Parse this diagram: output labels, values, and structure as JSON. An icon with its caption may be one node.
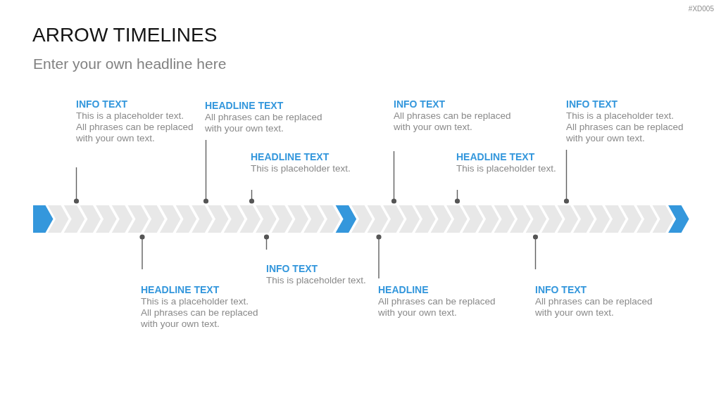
{
  "diagram": {
    "title": "ARROW TIMELINES",
    "nodes": [
      {
        "text": [
          "INFO TEXT",
          "This is a placeholder text. All phrases can be replaced with your own text."
        ]
      },
      {
        "text": [
          "HEADLINE TEXT",
          "This is a placeholder text. All phrases can be replaced with your own text."
        ]
      },
      {
        "text": [
          "HEADLINE TEXT",
          "All phrases can be replaced with your own text."
        ]
      },
      {
        "text": [
          "HEADLINE TEXT",
          "This is placeholder text."
        ]
      },
      {
        "text": [
          "INFO TEXT",
          "This is placeholder text."
        ]
      },
      {
        "text": [
          "HEADLINE",
          "All phrases can be replaced with your own text."
        ]
      },
      {
        "text": [
          "INFO TEXT",
          "All phrases can be replaced with your own text."
        ]
      },
      {
        "text": [
          "HEADLINE TEXT",
          "This is placeholder text."
        ]
      },
      {
        "text": [
          "INFO TEXT",
          "All phrases can be replaced with your own text."
        ]
      },
      {
        "text": [
          "INFO TEXT",
          "This is a placeholder text. All phrases can be replaced with your own text."
        ]
      },
      {
        "text": [],
        "shape": "bar"
      }
    ],
    "edges": [
      {
        "from": 0,
        "to": 10,
        "arrow": "other"
      },
      {
        "from": 1,
        "to": 10,
        "arrow": "other"
      },
      {
        "from": 2,
        "to": 10,
        "arrow": "other"
      },
      {
        "from": 3,
        "to": 10,
        "arrow": "other"
      },
      {
        "from": 4,
        "to": 10,
        "arrow": "other"
      },
      {
        "from": 5,
        "to": 10,
        "arrow": "other"
      },
      {
        "from": 6,
        "to": 10,
        "arrow": "other"
      },
      {
        "from": 7,
        "to": 10,
        "arrow": "other"
      },
      {
        "from": 8,
        "to": 10,
        "arrow": "other"
      },
      {
        "from": 9,
        "to": 10,
        "arrow": "other"
      }
    ],
    "labels": [
      "#XD005",
      "Enter your own headline here"
    ]
  }
}
